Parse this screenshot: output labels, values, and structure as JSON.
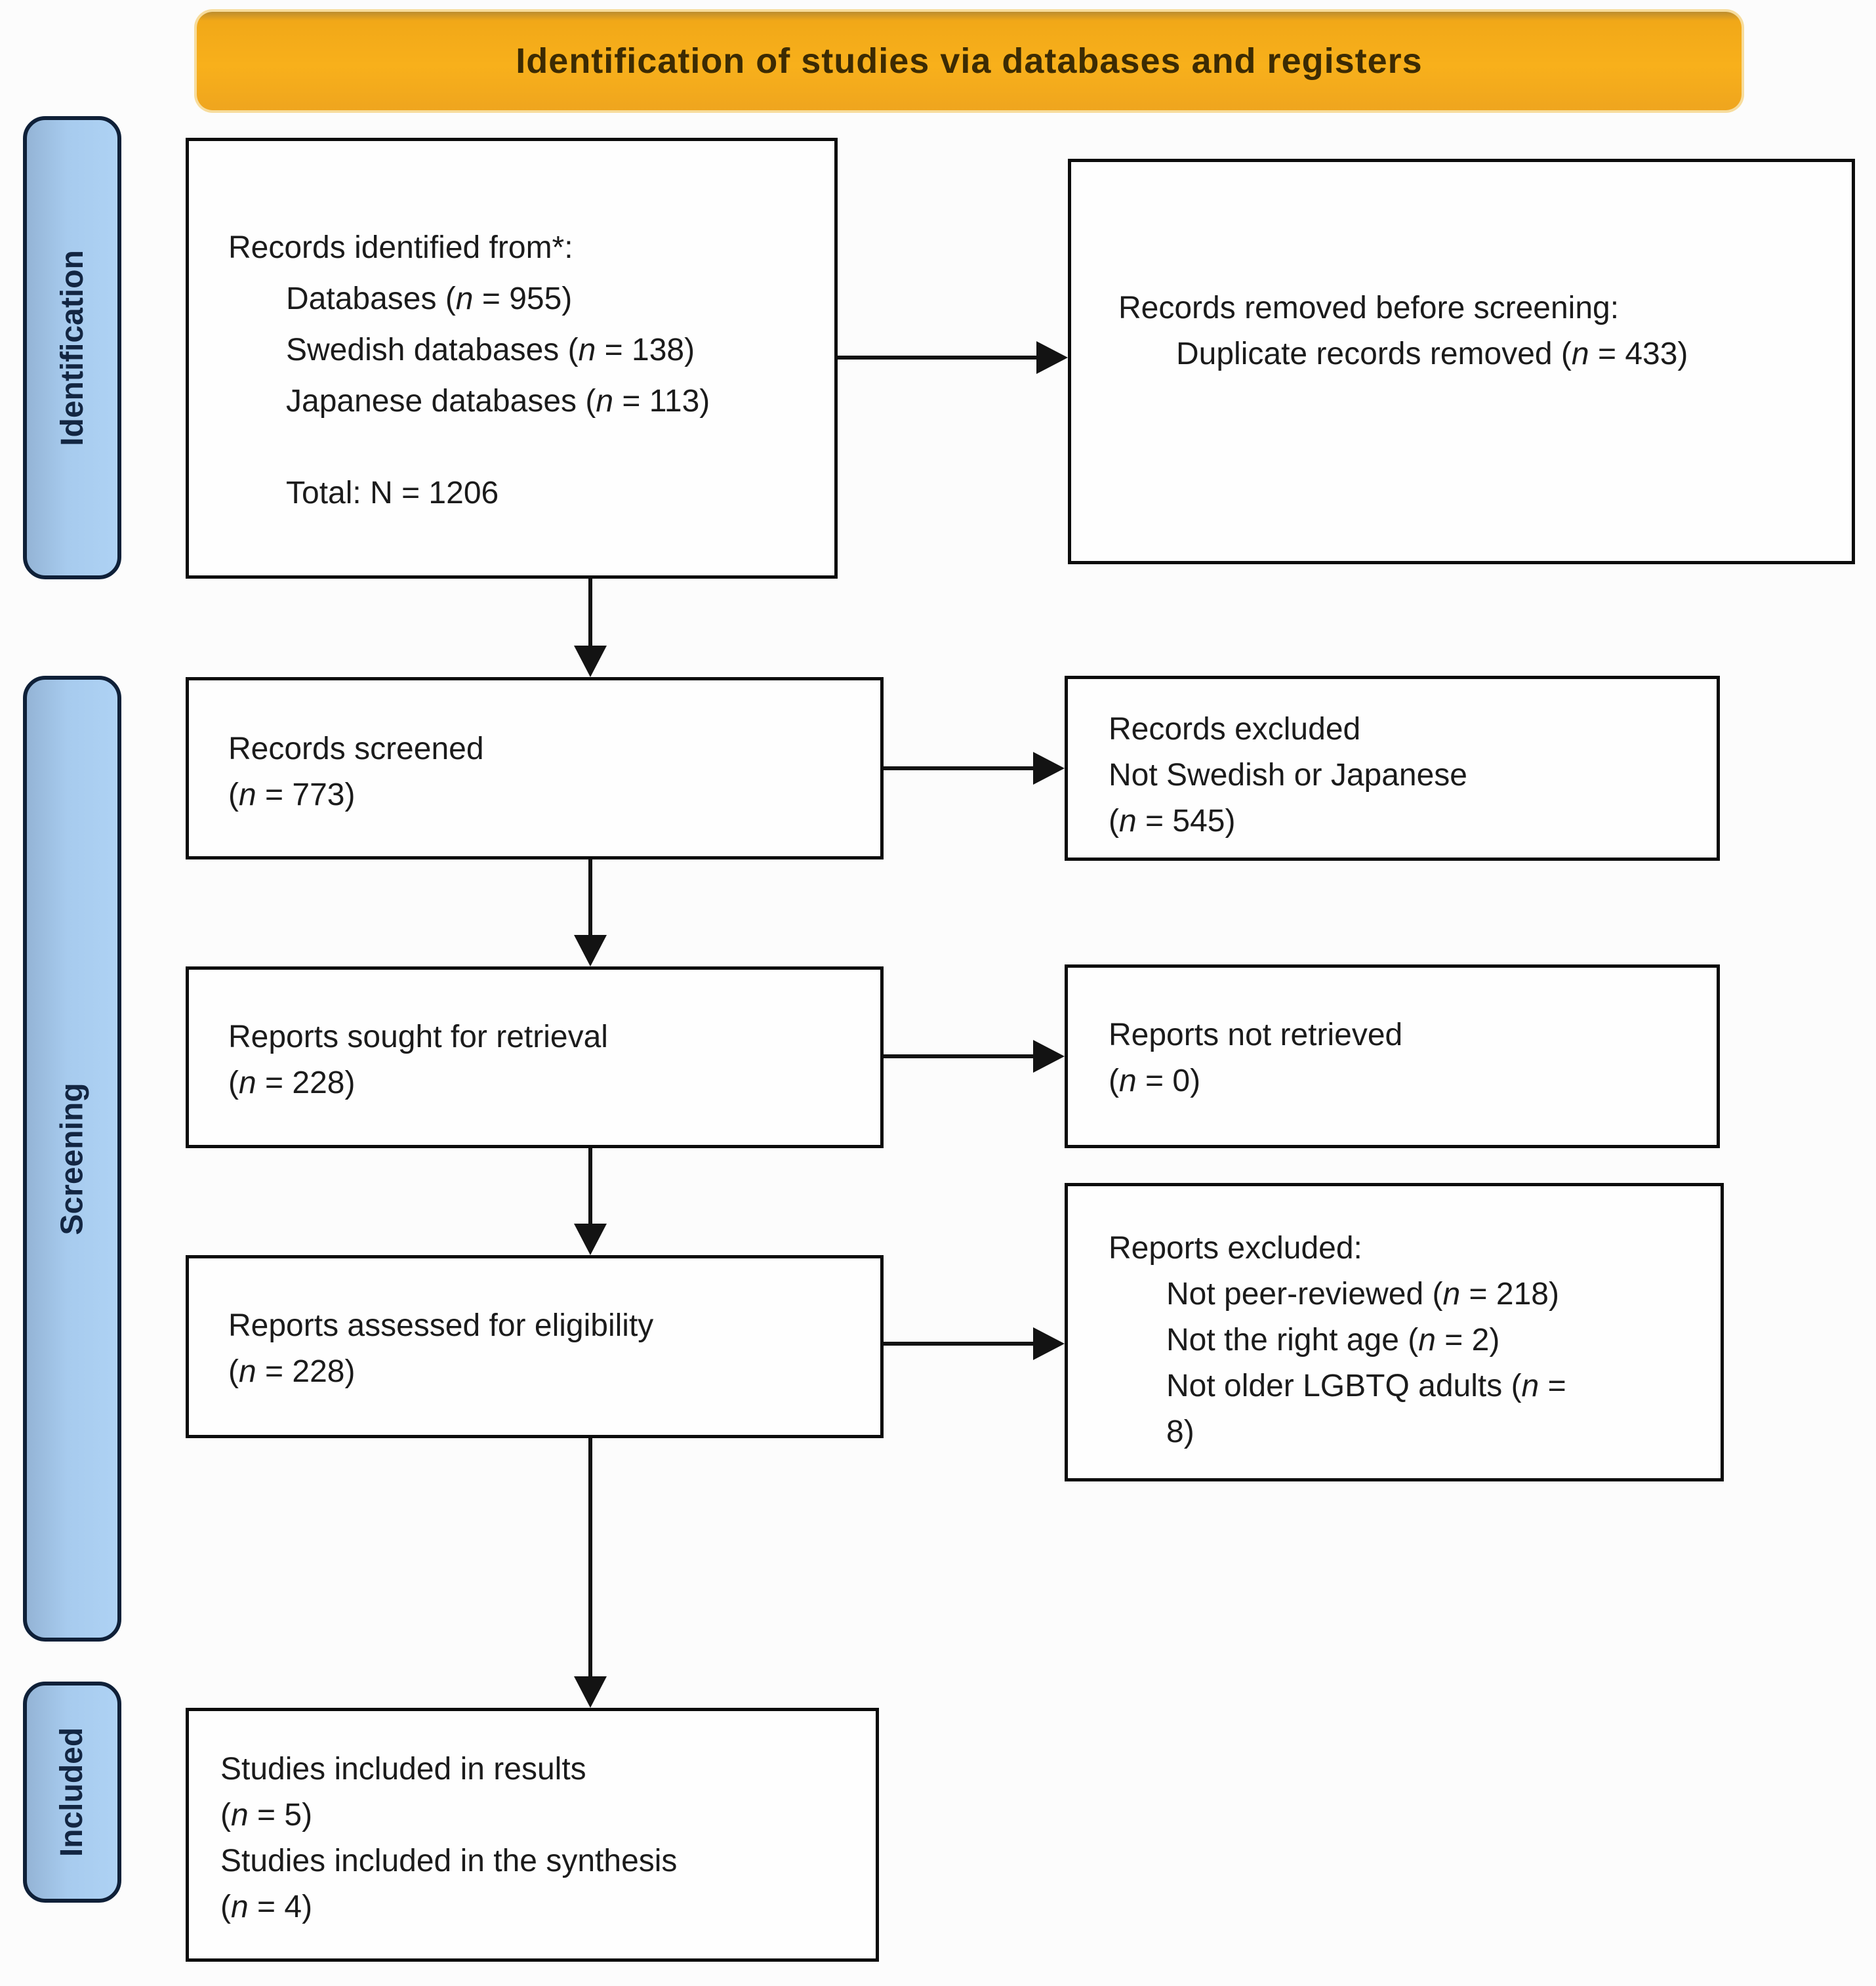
{
  "banner": {
    "title": "Identification of studies via databases and registers"
  },
  "sidebar": {
    "identification": "Identification",
    "screening": "Screening",
    "included": "Included"
  },
  "colors": {
    "banner_fill": "#F5A91C",
    "stage_fill": "#A7CBEE",
    "stage_border": "#0F2038",
    "box_border": "#0C0C0C",
    "connector": "#131313"
  },
  "boxes": {
    "records_identified": {
      "lines": [
        {
          "segments": [
            {
              "text": "Records identified from*:"
            }
          ]
        },
        {
          "indent": 1,
          "segments": [
            {
              "text": "Databases ("
            },
            {
              "text": "n",
              "italic": true
            },
            {
              "text": " = 955)"
            }
          ]
        },
        {
          "indent": 1,
          "segments": [
            {
              "text": "Swedish databases ("
            },
            {
              "text": "n",
              "italic": true
            },
            {
              "text": " = 138)"
            }
          ]
        },
        {
          "indent": 1,
          "segments": [
            {
              "text": "Japanese databases ("
            },
            {
              "text": "n",
              "italic": true
            },
            {
              "text": " = 113)"
            }
          ]
        },
        {
          "blank": true,
          "segments": []
        },
        {
          "indent": 1,
          "segments": [
            {
              "text": "Total: N = 1206"
            }
          ]
        }
      ]
    },
    "records_removed": {
      "lines": [
        {
          "segments": [
            {
              "text": "Records removed before screening:"
            }
          ]
        },
        {
          "indent": 1,
          "segments": [
            {
              "text": "Duplicate records removed ("
            },
            {
              "text": "n",
              "italic": true
            },
            {
              "text": " = 433)"
            }
          ]
        }
      ]
    },
    "records_screened": {
      "lines": [
        {
          "segments": [
            {
              "text": "Records screened"
            }
          ]
        },
        {
          "segments": [
            {
              "text": "("
            },
            {
              "text": "n",
              "italic": true
            },
            {
              "text": " = 773)"
            }
          ]
        }
      ]
    },
    "records_excluded": {
      "lines": [
        {
          "segments": [
            {
              "text": "Records excluded"
            }
          ]
        },
        {
          "segments": [
            {
              "text": "Not Swedish or Japanese"
            }
          ]
        },
        {
          "segments": [
            {
              "text": "("
            },
            {
              "text": "n",
              "italic": true
            },
            {
              "text": " = 545)"
            }
          ]
        }
      ]
    },
    "reports_sought": {
      "lines": [
        {
          "segments": [
            {
              "text": "Reports sought for retrieval"
            }
          ]
        },
        {
          "segments": [
            {
              "text": "("
            },
            {
              "text": "n",
              "italic": true
            },
            {
              "text": " = 228)"
            }
          ]
        }
      ]
    },
    "reports_not_retrieved": {
      "lines": [
        {
          "segments": [
            {
              "text": "Reports not retrieved"
            }
          ]
        },
        {
          "segments": [
            {
              "text": "("
            },
            {
              "text": "n",
              "italic": true
            },
            {
              "text": " = 0)"
            }
          ]
        }
      ]
    },
    "reports_assessed": {
      "lines": [
        {
          "segments": [
            {
              "text": "Reports assessed for eligibility"
            }
          ]
        },
        {
          "segments": [
            {
              "text": "("
            },
            {
              "text": "n",
              "italic": true
            },
            {
              "text": " = 228)"
            }
          ]
        }
      ]
    },
    "reports_excluded": {
      "lines": [
        {
          "segments": [
            {
              "text": "Reports excluded:"
            }
          ]
        },
        {
          "indent": 1,
          "segments": [
            {
              "text": "Not peer-reviewed ("
            },
            {
              "text": "n",
              "italic": true
            },
            {
              "text": " = 218)"
            }
          ]
        },
        {
          "indent": 1,
          "segments": [
            {
              "text": "Not the right age ("
            },
            {
              "text": "n",
              "italic": true
            },
            {
              "text": " = 2)"
            }
          ]
        },
        {
          "indent": 1,
          "segments": [
            {
              "text": "Not older LGBTQ adults ("
            },
            {
              "text": "n",
              "italic": true
            },
            {
              "text": " ="
            }
          ]
        },
        {
          "indent": 1,
          "segments": [
            {
              "text": "8)"
            }
          ]
        }
      ]
    },
    "studies_included": {
      "lines": [
        {
          "segments": [
            {
              "text": "Studies included in results"
            }
          ]
        },
        {
          "segments": [
            {
              "text": "("
            },
            {
              "text": "n",
              "italic": true
            },
            {
              "text": " = 5)"
            }
          ]
        },
        {
          "segments": [
            {
              "text": "Studies included in the synthesis"
            }
          ]
        },
        {
          "segments": [
            {
              "text": "("
            },
            {
              "text": "n",
              "italic": true
            },
            {
              "text": " = 4)"
            }
          ]
        }
      ]
    }
  }
}
